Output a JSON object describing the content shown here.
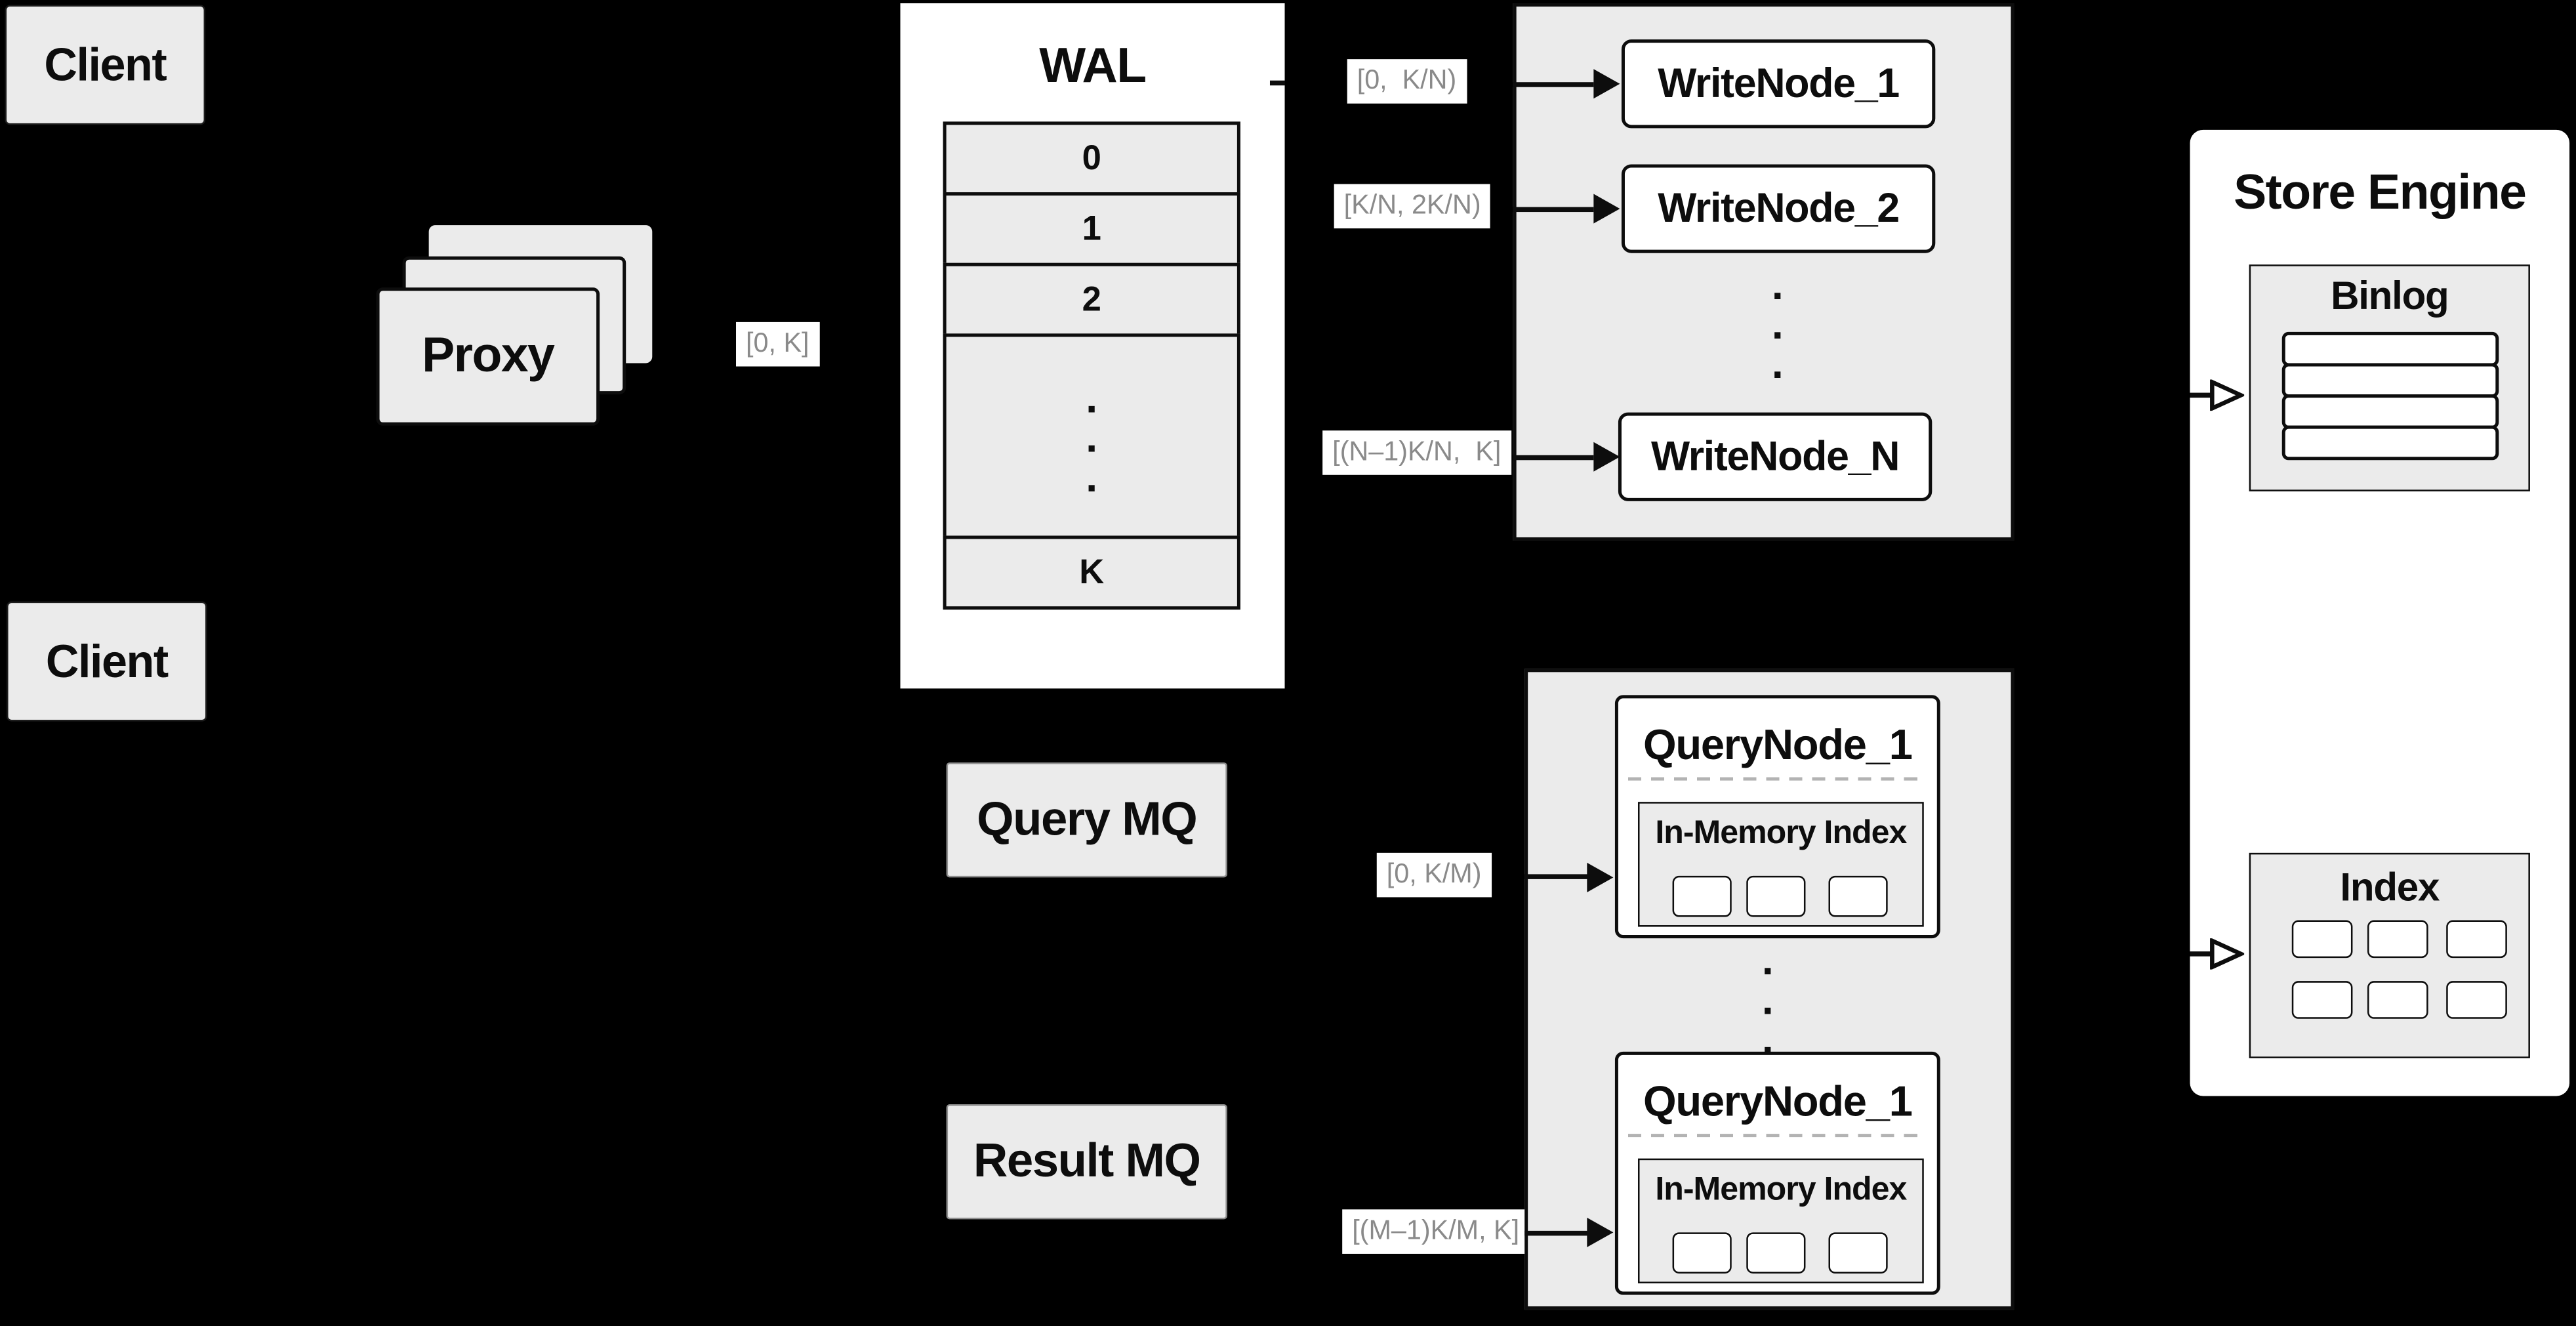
{
  "colors": {
    "background": "#000000",
    "panel_gray": "#ebebeb",
    "node_white": "#ffffff",
    "border_black": "#0d0d0d",
    "range_label_text": "#8a8a8a",
    "dashed_divider": "#b3b3b3"
  },
  "clients": {
    "top_label": "Client",
    "bottom_label": "Client"
  },
  "proxy": {
    "label": "Proxy",
    "range_label": "[0, K]"
  },
  "wal": {
    "title": "WAL",
    "segments": [
      "0",
      "1",
      "2"
    ],
    "last_segment": "K"
  },
  "write_cluster": {
    "range_labels": [
      "[0,  K/N)",
      "[K/N, 2K/N)",
      "[(N–1)K/N,  K]"
    ],
    "node_labels": [
      "WriteNode_1",
      "WriteNode_2",
      "WriteNode_N"
    ]
  },
  "mq": {
    "query_label": "Query MQ",
    "result_label": "Result MQ"
  },
  "query_cluster": {
    "range_labels": [
      "[0, K/M)",
      "[(M–1)K/M, K]"
    ],
    "nodes": [
      {
        "title": "QueryNode_1",
        "inner_title": "In-Memory Index"
      },
      {
        "title": "QueryNode_1",
        "inner_title": "In-Memory Index"
      }
    ]
  },
  "store_engine": {
    "title": "Store Engine",
    "binlog_title": "Binlog",
    "index_title": "Index"
  },
  "ellipsis_dot": "."
}
